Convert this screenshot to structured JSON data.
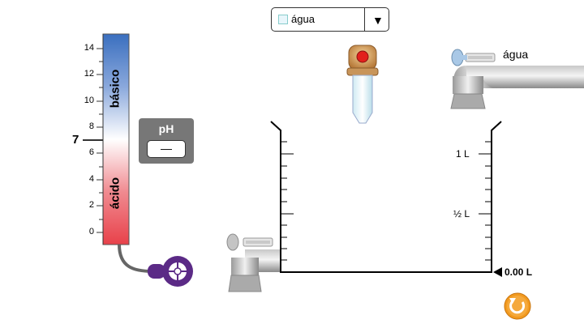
{
  "dropdown": {
    "selected": "água",
    "arrow_icon": "triangle-down-icon"
  },
  "ph_meter": {
    "label": "pH",
    "value": "—",
    "scale_ticks": [
      "14",
      "12",
      "10",
      "8",
      "6",
      "4",
      "2",
      "0"
    ],
    "neutral_mark": "7",
    "basic_label": "básico",
    "acidic_label": "ácido",
    "colors": {
      "basic": "#3a6fbf",
      "acidic": "#e8414a",
      "panel": "#777777",
      "probe": "#5b2a86"
    }
  },
  "top_faucet": {
    "label": "água"
  },
  "beaker": {
    "labels": {
      "one_liter": "1 L",
      "half_liter": "½ L"
    },
    "volume_readout": "0.00 L"
  },
  "dropper": {
    "button_color": "#e2201c"
  },
  "reset_button": {
    "icon": "reset-icon",
    "color": "#f29a1f"
  }
}
